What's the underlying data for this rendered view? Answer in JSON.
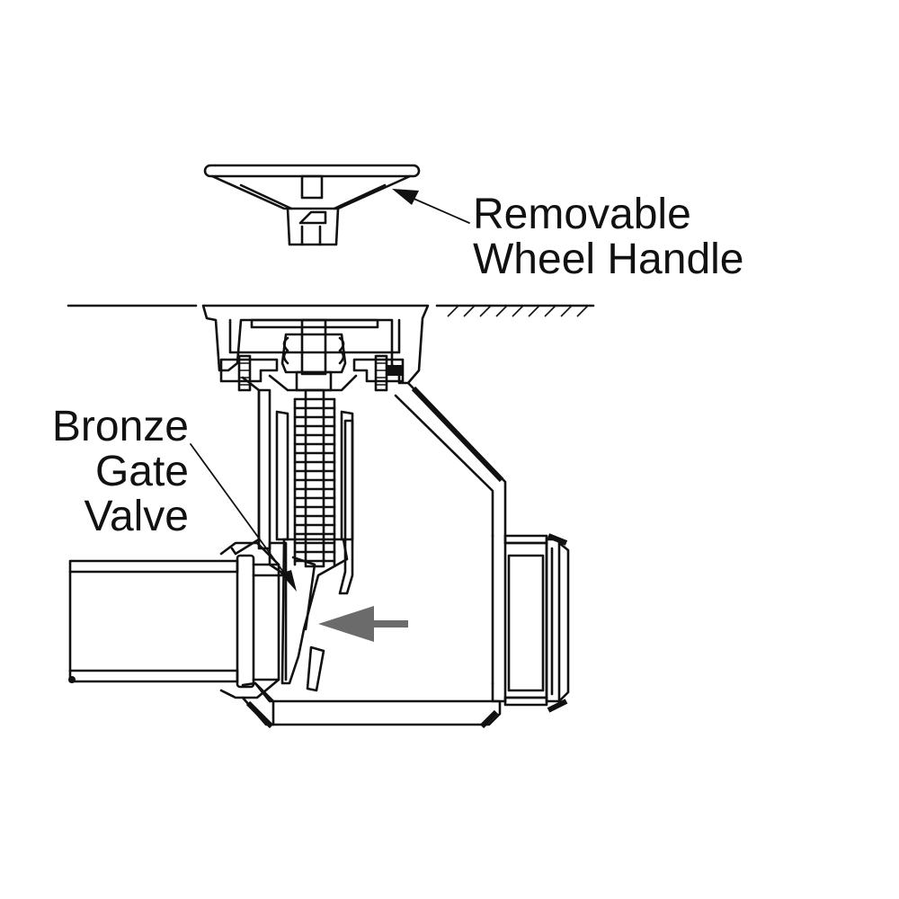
{
  "labels": {
    "handle": [
      "Removable",
      "Wheel Handle"
    ],
    "valve": [
      "Bronze",
      "Gate",
      "Valve"
    ]
  },
  "colors": {
    "line": "#111111",
    "flow_arrow": "#6b6b6b",
    "background": "#ffffff"
  }
}
